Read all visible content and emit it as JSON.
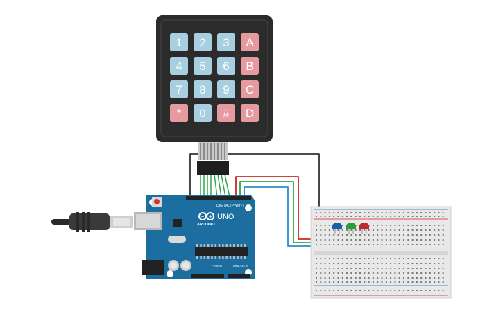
{
  "keypad": {
    "keys": [
      [
        "1",
        "2",
        "3",
        "A"
      ],
      [
        "4",
        "5",
        "6",
        "B"
      ],
      [
        "7",
        "8",
        "9",
        "C"
      ],
      [
        "*",
        "0",
        "#",
        "D"
      ]
    ],
    "colors": {
      "numeric": "#a8cfe0",
      "special": "#e69aa0",
      "body": "#2b2b2b"
    }
  },
  "arduino": {
    "model_label": "UNO",
    "brand_label": "ARDUINO",
    "digital_label": "DIGITAL (PWM~)",
    "power_label": "POWER",
    "analog_label": "ANALOG IN",
    "board_color": "#1d6ea0"
  },
  "breadboard": {
    "color": "#e8e8e8"
  },
  "leds": [
    {
      "color": "#1a5fa8",
      "name": "blue-led"
    },
    {
      "color": "#2e9a3e",
      "name": "green-led"
    },
    {
      "color": "#c0282a",
      "name": "red-led"
    }
  ],
  "wires": {
    "red": "#d0232a",
    "green": "#2fa84a",
    "blue": "#2a8fc8",
    "black": "#333333"
  }
}
